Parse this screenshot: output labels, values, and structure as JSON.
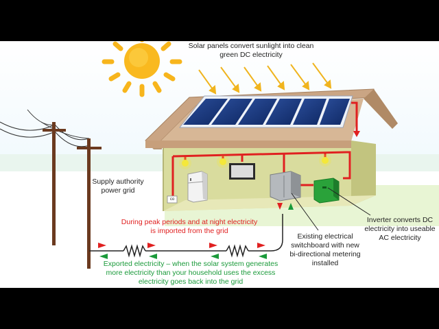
{
  "labels": {
    "solar_panels": "Solar panels convert sunlight into clean green DC electricity",
    "supply_grid": "Supply authority power grid",
    "peak_import": "During peak periods and at night electricity is imported from the grid",
    "export": "Exported electricity – when the solar system generates more electricity than your household uses the excess electricity goes back into the grid",
    "switchboard": "Existing electrical switchboard with new bi-directional metering installed",
    "inverter": "Inverter converts DC electricity into useable AC electricity",
    "outlet": "co"
  },
  "colors": {
    "sun": "#f7b51c",
    "sky_top": "#dff1fb",
    "grass": "#d6ecb0",
    "roof": "#caa584",
    "wall": "#d9dc9e",
    "wiring": "#e02020",
    "export_arrows": "#1a9a3a",
    "inverter": "#2aa23a"
  },
  "icons": [
    "sun-icon",
    "solar-panel-icon",
    "fridge-icon",
    "tv-icon",
    "lamp-icon",
    "switchboard-icon",
    "inverter-icon",
    "resistor-icon",
    "power-pole-icon"
  ]
}
